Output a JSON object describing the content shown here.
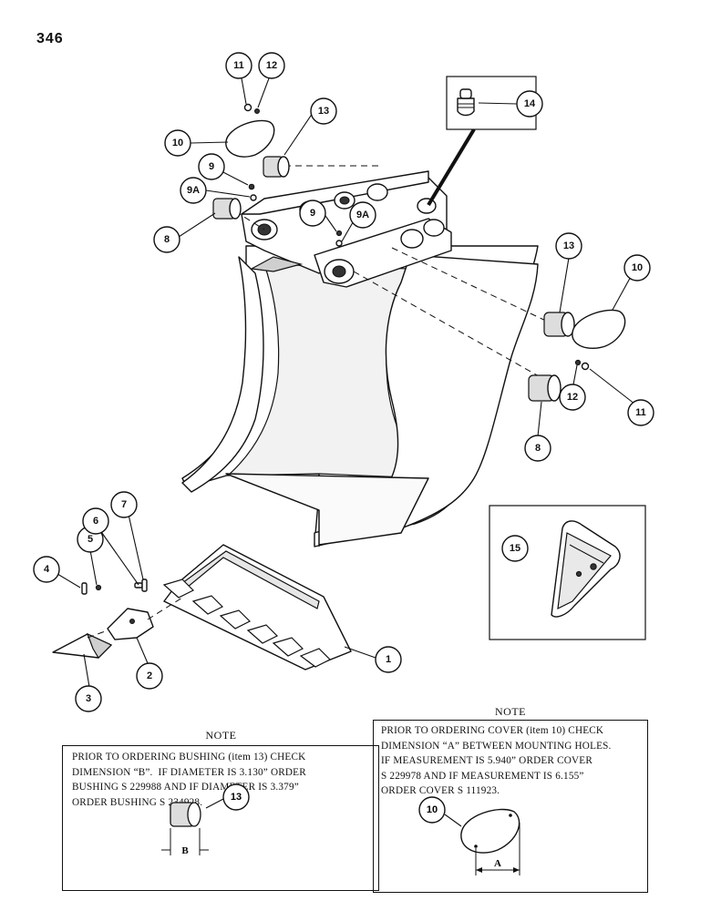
{
  "page": {
    "number": "346"
  },
  "callouts": {
    "c1": "1",
    "c2": "2",
    "c3": "3",
    "c4": "4",
    "c5": "5",
    "c6": "6",
    "c7": "7",
    "c8a": "8",
    "c8b": "8",
    "c9a": "9",
    "c9b": "9",
    "c9Aa": "9A",
    "c9Ab": "9A",
    "c10a": "10",
    "c10b": "10",
    "c11a": "11",
    "c11b": "11",
    "c12a": "12",
    "c12b": "12",
    "c13a": "13",
    "c13b": "13",
    "c14": "14",
    "c15": "15"
  },
  "note_left": {
    "title": "NOTE",
    "text": "PRIOR TO ORDERING BUSHING (item 13) CHECK\nDIMENSION “B”.  IF DIAMETER IS 3.130” ORDER\nBUSHING S 229988 AND IF DIAMETER IS 3.379”\nORDER BUSHING S 234928.",
    "callout": "13",
    "dim_label": "B"
  },
  "note_right": {
    "title": "NOTE",
    "text": "PRIOR TO ORDERING COVER (item 10) CHECK\nDIMENSION “A” BETWEEN MOUNTING HOLES.\nIF MEASUREMENT IS 5.940” ORDER COVER\nS 229978 AND IF MEASUREMENT IS 6.155”\nORDER COVER S 111923.",
    "callout": "10",
    "dim_label": "A"
  }
}
